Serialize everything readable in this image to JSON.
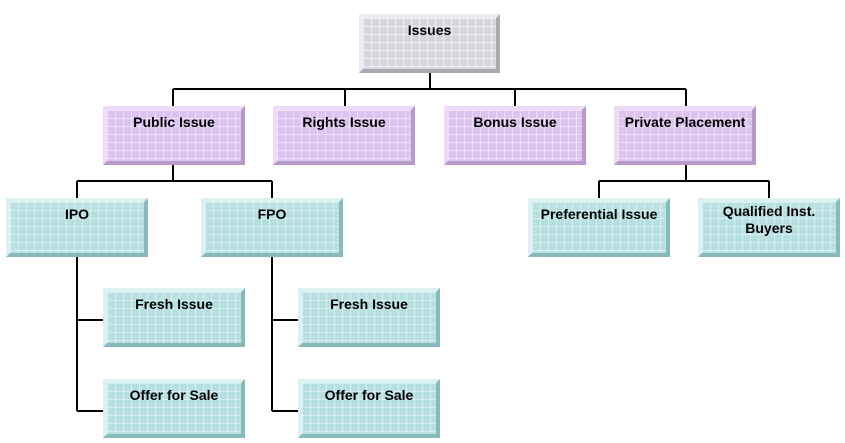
{
  "root": {
    "label": "Issues"
  },
  "level1": [
    {
      "label": "Public Issue"
    },
    {
      "label": "Rights Issue"
    },
    {
      "label": "Bonus Issue"
    },
    {
      "label": "Private Placement"
    }
  ],
  "public_issue_children": [
    {
      "label": "IPO"
    },
    {
      "label": "FPO"
    }
  ],
  "private_placement_children": [
    {
      "label": "Preferential Issue"
    },
    {
      "label": "Qualified Inst. Buyers"
    }
  ],
  "ipo_children": [
    {
      "label": "Fresh Issue"
    },
    {
      "label": "Offer for Sale"
    }
  ],
  "fpo_children": [
    {
      "label": "Fresh Issue"
    },
    {
      "label": "Offer for Sale"
    }
  ],
  "colors": {
    "root_fill": "#d6d6de",
    "level1_fill": "#ddc4f0",
    "leaf_fill": "#b7e0e2",
    "connector": "#000000"
  }
}
